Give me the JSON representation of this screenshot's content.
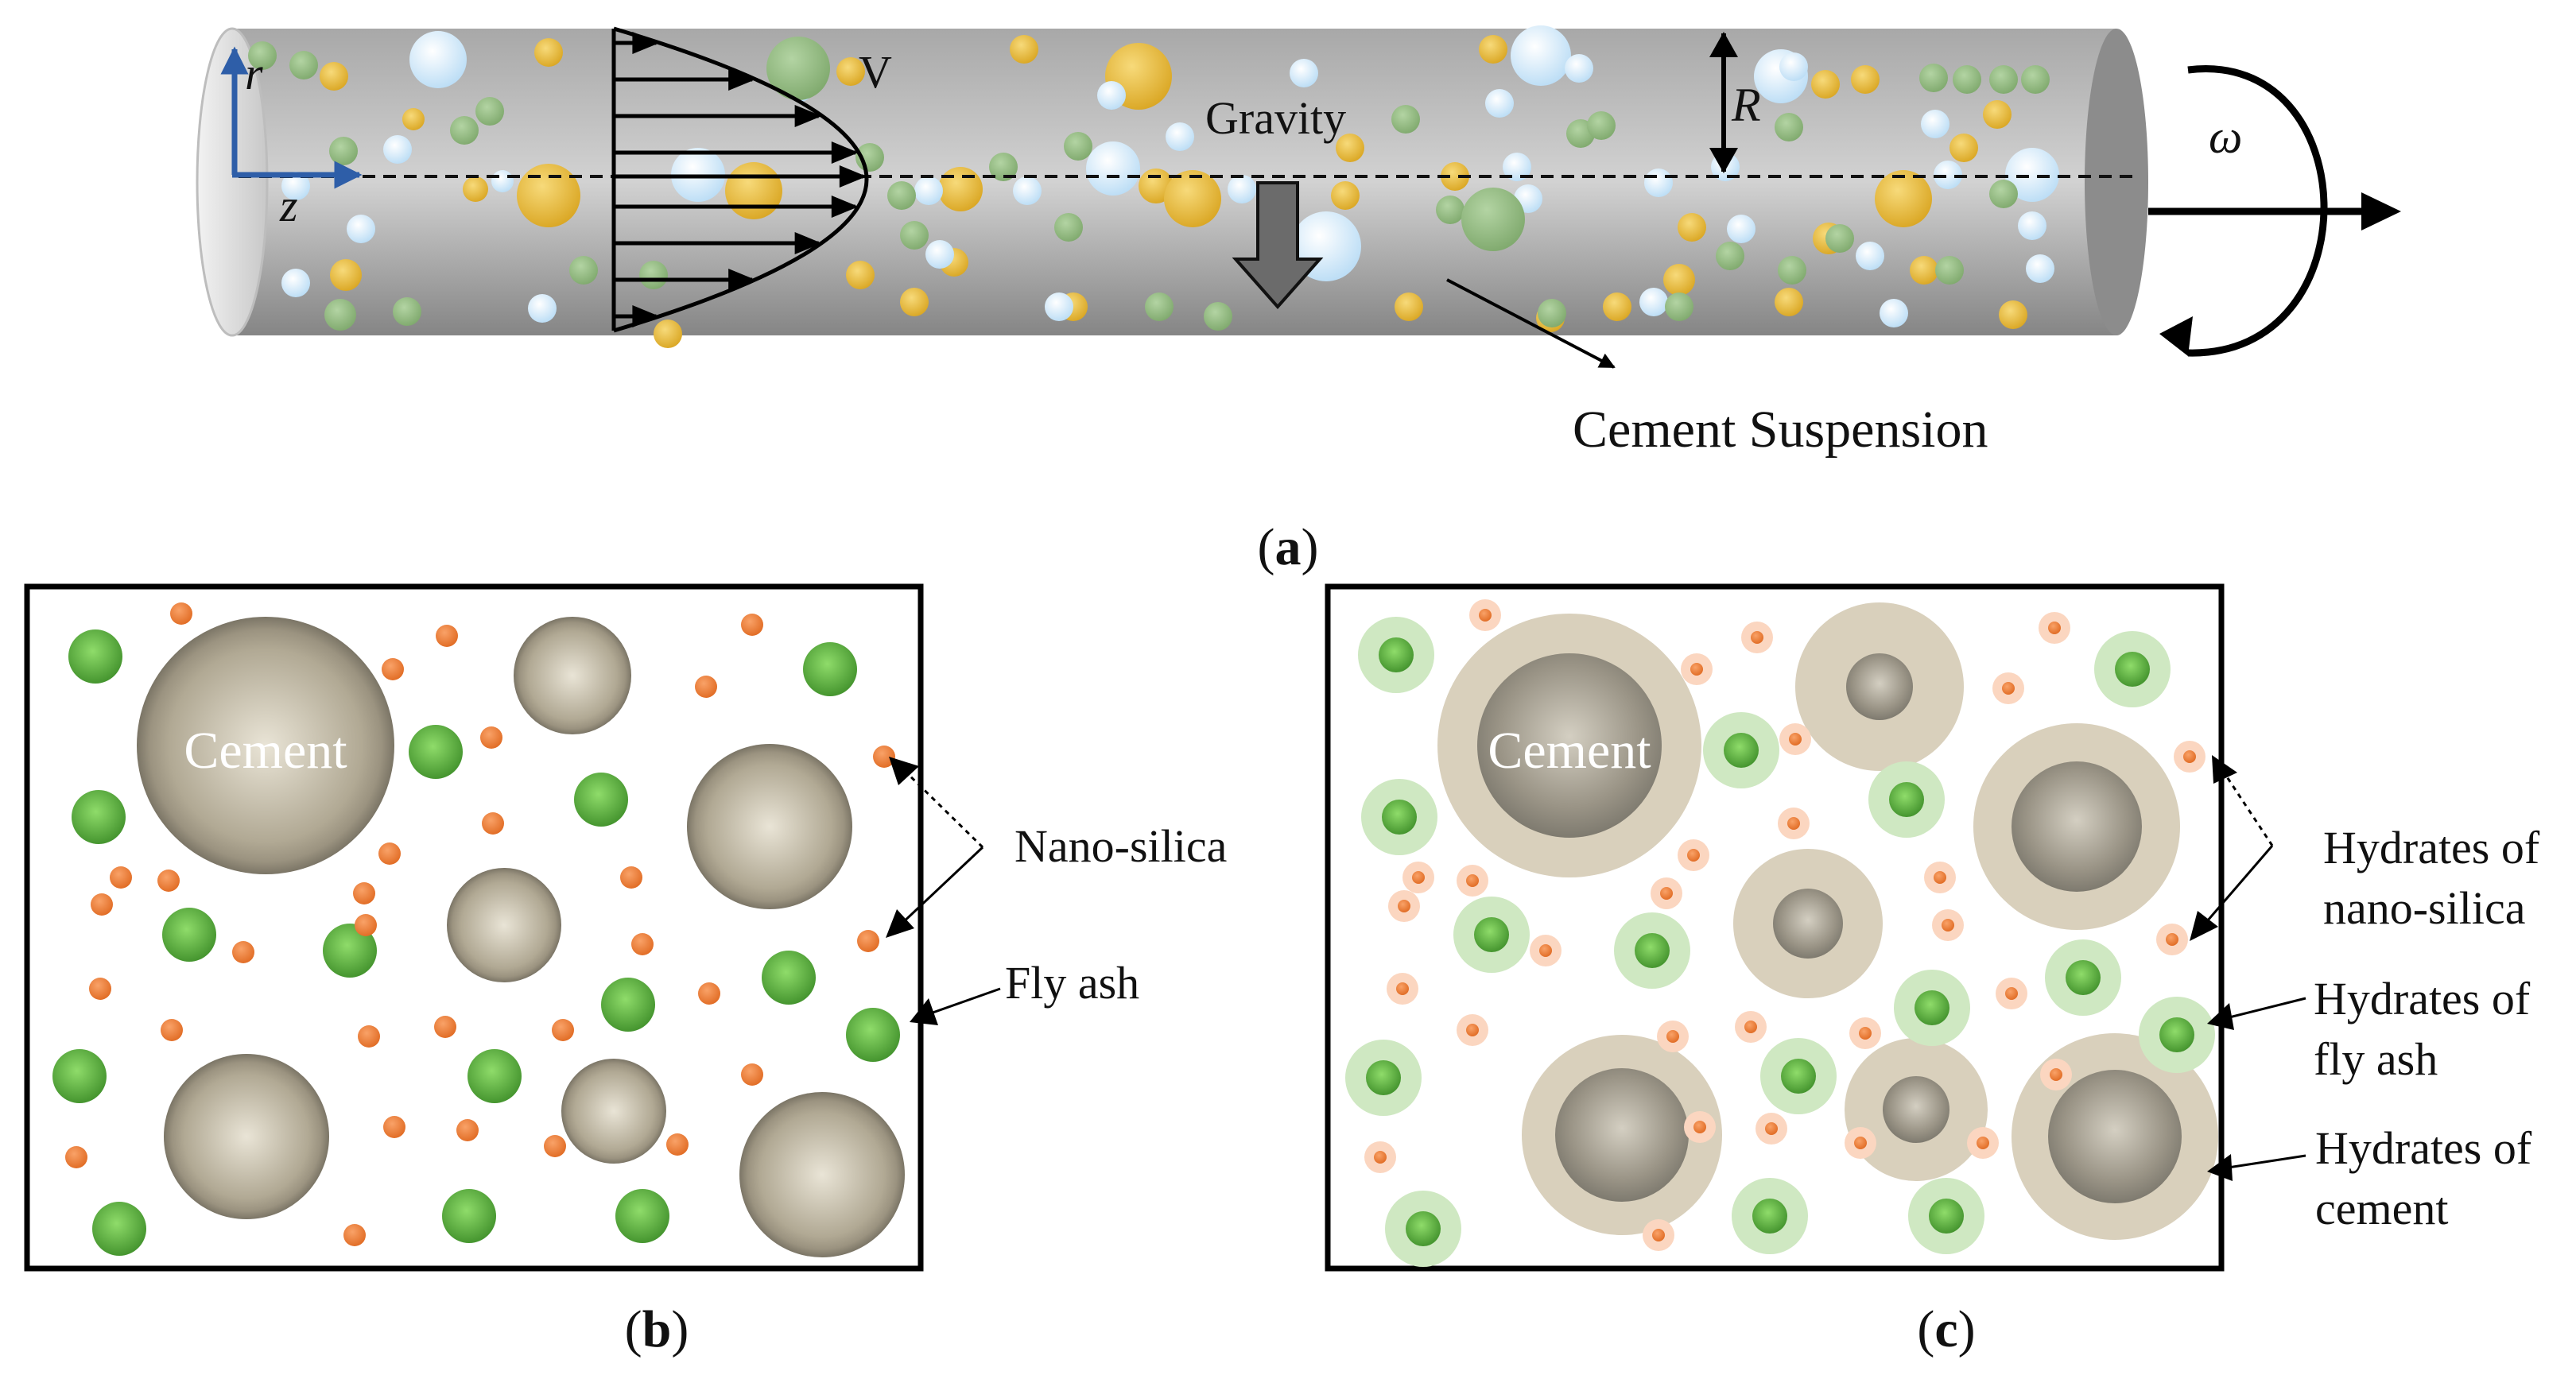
{
  "panel_a": {
    "axis_r": "r",
    "axis_z": "z",
    "velocity": "V",
    "gravity": "Gravity",
    "radius": "R",
    "omega": "ω",
    "suspension": "Cement Suspension",
    "caption_open": "(",
    "caption_letter": "a",
    "caption_close": ")"
  },
  "panel_b": {
    "cement": "Cement",
    "nano_silica": "Nano-silica",
    "fly_ash": "Fly ash",
    "caption_open": "(",
    "caption_letter": "b",
    "caption_close": ")"
  },
  "panel_c": {
    "cement": "Cement",
    "hydrates_nano_silica_l1": "Hydrates of",
    "hydrates_nano_silica_l2": "nano-silica",
    "hydrates_fly_ash_l1": "Hydrates of",
    "hydrates_fly_ash_l2": "fly ash",
    "hydrates_cement_l1": "Hydrates of",
    "hydrates_cement_l2": "cement",
    "caption_open": "(",
    "caption_letter": "c",
    "caption_close": ")"
  },
  "colors": {
    "pipe": "#8f8f8f",
    "gold_particle": "#e2b233",
    "blue_particle": "#d9ecfa",
    "green_particle": "#8fba7d",
    "fly_ash": "#5aaa3a",
    "nano_silica": "#ec7a2f",
    "cement": "#b3ab99",
    "hydrate_halo": "#d6ccb8",
    "axis_blue": "#2e5ea8"
  }
}
